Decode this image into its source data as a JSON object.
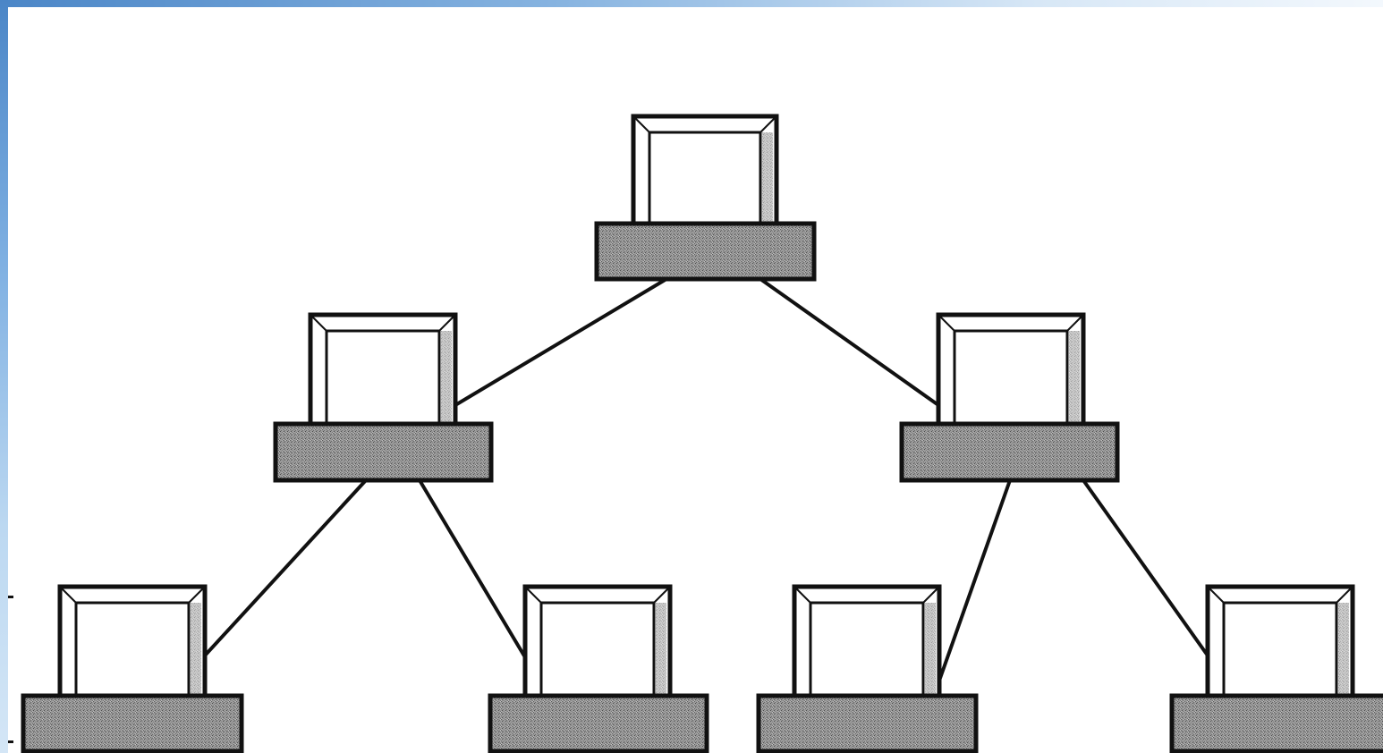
{
  "diagram": {
    "type": "tree-network-topology",
    "nodes": [
      {
        "id": "root",
        "icon": "computer-icon"
      },
      {
        "id": "level1-left",
        "icon": "computer-icon"
      },
      {
        "id": "level1-right",
        "icon": "computer-icon"
      },
      {
        "id": "leaf-1",
        "icon": "computer-icon"
      },
      {
        "id": "leaf-2",
        "icon": "computer-icon"
      },
      {
        "id": "leaf-3",
        "icon": "computer-icon"
      },
      {
        "id": "leaf-4",
        "icon": "computer-icon"
      }
    ],
    "edges": [
      [
        "root",
        "level1-left"
      ],
      [
        "root",
        "level1-right"
      ],
      [
        "level1-left",
        "leaf-1"
      ],
      [
        "level1-left",
        "leaf-2"
      ],
      [
        "level1-right",
        "leaf-3"
      ],
      [
        "level1-right",
        "leaf-4"
      ]
    ],
    "colors": {
      "line": "#111111",
      "base_fill": "#8c8c8c",
      "screen_fill": "#ffffff",
      "accent_bar": "#4b86c7"
    }
  }
}
